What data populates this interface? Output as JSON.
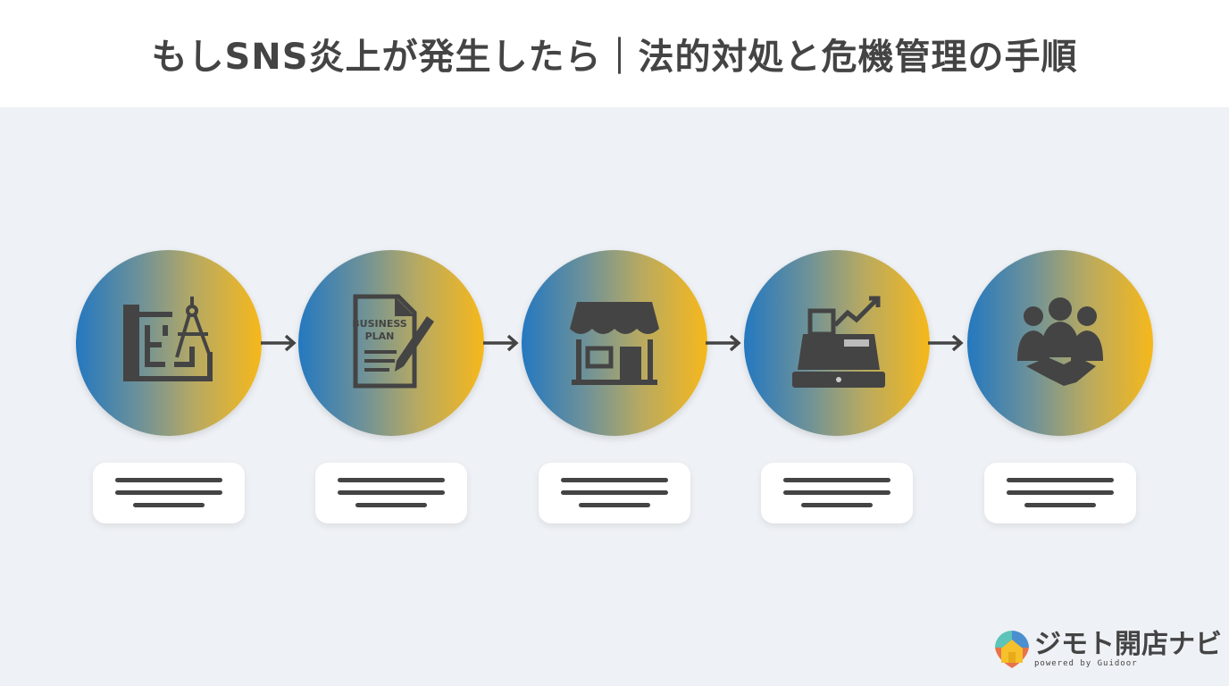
{
  "header": {
    "title": "もしSNS炎上が発生したら｜法的対処と危機管理の手順"
  },
  "steps": [
    {
      "icon": "blueprint-compass-icon"
    },
    {
      "icon": "business-plan-icon",
      "icon_text": [
        "BUSINESS",
        "PLAN"
      ]
    },
    {
      "icon": "storefront-icon"
    },
    {
      "icon": "cash-register-icon"
    },
    {
      "icon": "team-handshake-icon"
    }
  ],
  "colors": {
    "gradient_start": "#2478c0",
    "gradient_end": "#f6b81b",
    "icon": "#444444"
  },
  "logo": {
    "name": "ジモト開店ナビ",
    "tagline": "powered by Guidoor"
  }
}
